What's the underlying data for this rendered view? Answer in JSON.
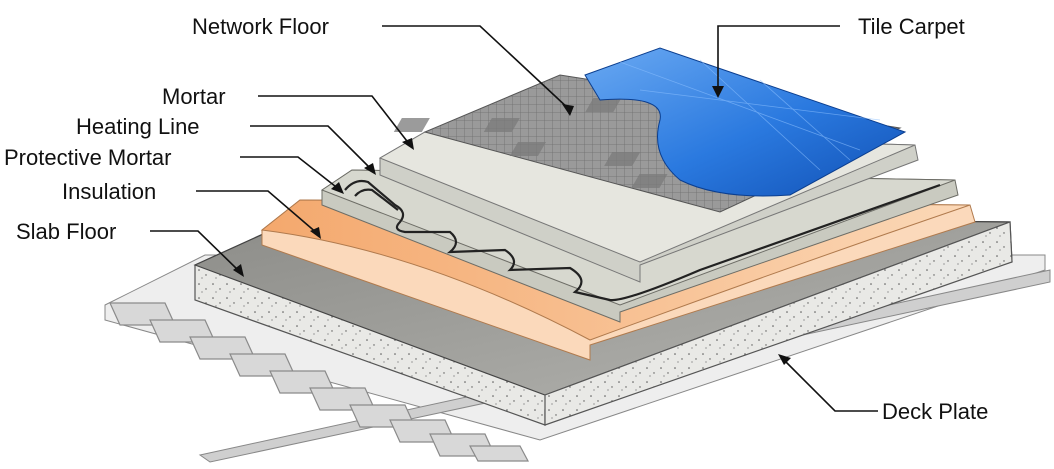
{
  "labels": {
    "network_floor": "Network Floor",
    "tile_carpet": "Tile Carpet",
    "mortar": "Mortar",
    "heating_line": "Heating Line",
    "protective_mortar": "Protective Mortar",
    "insulation": "Insulation",
    "slab_floor": "Slab Floor",
    "deck_plate": "Deck Plate"
  },
  "colors": {
    "tile_carpet": "#1f6fd6",
    "network_floor": "#8f8f8f",
    "mortar": "#e2e2da",
    "protective_mortar": "#d4d5cc",
    "insulation": "#f6b988",
    "slab_floor": "#9c9c98",
    "deck_plate": "#d9d9d9"
  }
}
